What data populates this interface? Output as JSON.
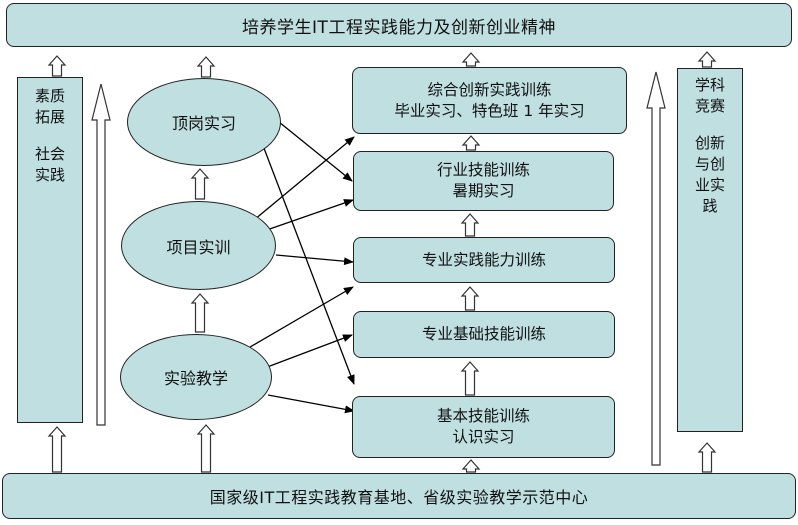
{
  "top_banner": "培养学生IT工程实践能力及创新创业精神",
  "bottom_banner": "国家级IT工程实践教育基地、省级实验教学示范中心",
  "left_panel": {
    "line1": "素质",
    "line2": "拓展",
    "line3": "社会",
    "line4": "实践"
  },
  "right_panel": {
    "line1": "学科",
    "line2": "竞赛",
    "line3": "创新",
    "line4": "与创",
    "line5": "业实",
    "line6": "践"
  },
  "ovals": {
    "internship": "顶岗实习",
    "project": "项目实训",
    "lab": "实验教学"
  },
  "stages": {
    "comprehensive": {
      "line1": "综合创新实践训练",
      "line2": "毕业实习、特色班 1 年实习"
    },
    "industry": {
      "line1": "行业技能训练",
      "line2": "暑期实习"
    },
    "professional_practice": {
      "line1": "专业实践能力训练"
    },
    "professional_basic": {
      "line1": "专业基础技能训练"
    },
    "basic": {
      "line1": "基本技能训练",
      "line2": "认识实习"
    }
  },
  "colors": {
    "fill": "#bfdfe1",
    "stroke": "#222222"
  }
}
